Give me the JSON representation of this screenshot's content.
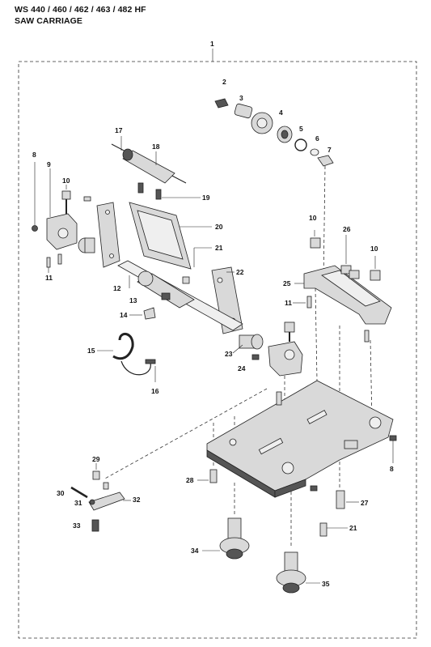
{
  "header": {
    "models": "WS 440 / 460 / 462 / 463 / 482 HF",
    "section": "SAW CARRIAGE"
  },
  "callouts": {
    "c1": "1",
    "c2": "2",
    "c3": "3",
    "c4": "4",
    "c5": "5",
    "c6": "6",
    "c7": "7",
    "c8a": "8",
    "c8b": "8",
    "c9": "9",
    "c10a": "10",
    "c10b": "10",
    "c10c": "10",
    "c11a": "11",
    "c11b": "11",
    "c12": "12",
    "c13": "13",
    "c14": "14",
    "c15": "15",
    "c16": "16",
    "c17": "17",
    "c18": "18",
    "c19": "19",
    "c20": "20",
    "c21a": "21",
    "c21b": "21",
    "c22": "22",
    "c23": "23",
    "c24": "24",
    "c25": "25",
    "c26": "26",
    "c27": "27",
    "c28": "28",
    "c29": "29",
    "c30": "30",
    "c31": "31",
    "c32": "32",
    "c33": "33",
    "c34": "34",
    "c35": "35"
  },
  "colors": {
    "part_fill": "#d9d9d9",
    "part_dark": "#555555",
    "line": "#222222"
  }
}
